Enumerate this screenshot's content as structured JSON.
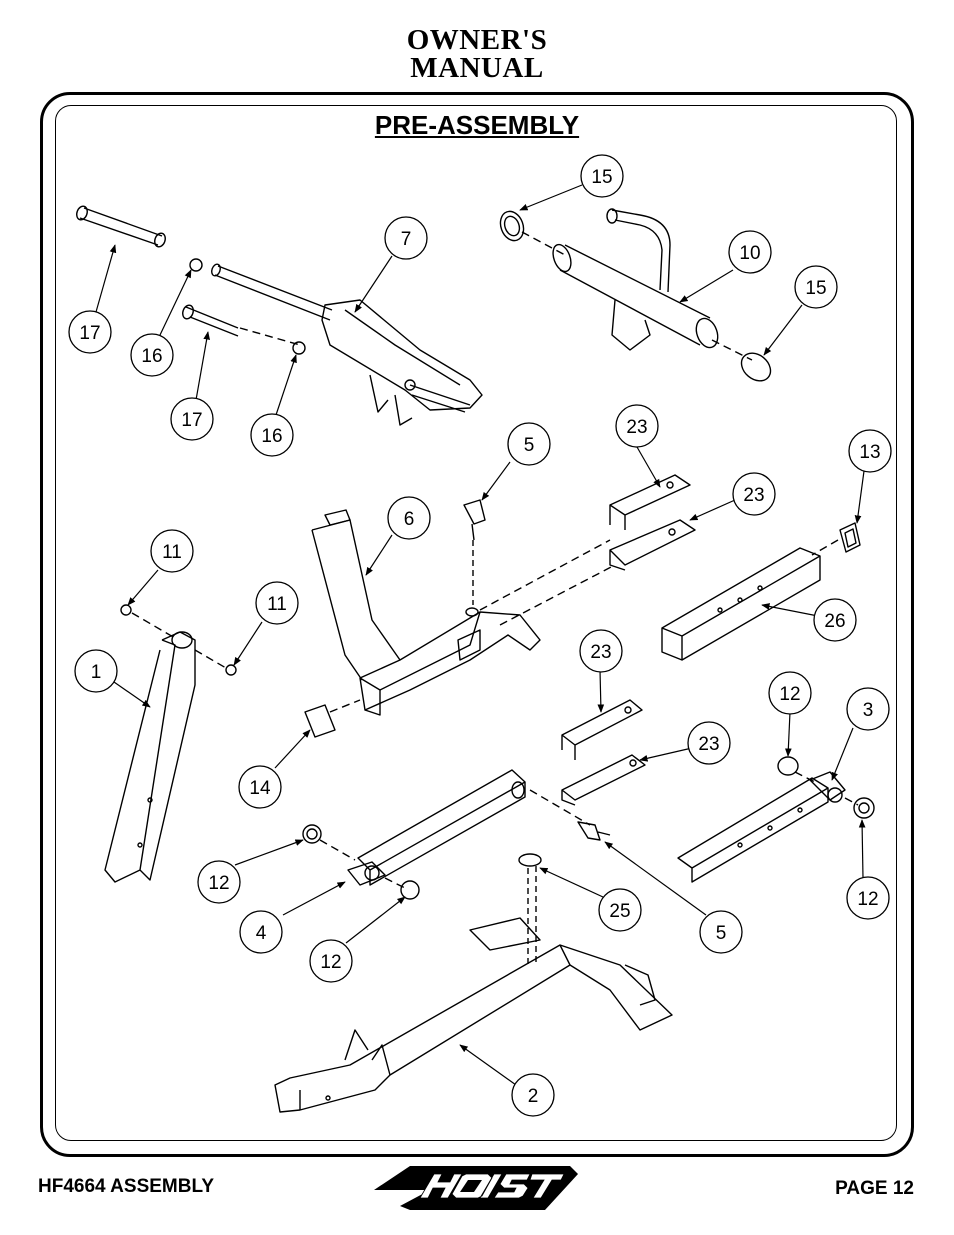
{
  "header": {
    "line1": "OWNER'S",
    "line2": "MANUAL"
  },
  "section_title": "PRE-ASSEMBLY",
  "callouts": [
    {
      "id": "c17a",
      "label": "17"
    },
    {
      "id": "c16a",
      "label": "16"
    },
    {
      "id": "c17b",
      "label": "17"
    },
    {
      "id": "c16b",
      "label": "16"
    },
    {
      "id": "c7",
      "label": "7"
    },
    {
      "id": "c15a",
      "label": "15"
    },
    {
      "id": "c10",
      "label": "10"
    },
    {
      "id": "c15b",
      "label": "15"
    },
    {
      "id": "c5a",
      "label": "5"
    },
    {
      "id": "c23a",
      "label": "23"
    },
    {
      "id": "c23b",
      "label": "23"
    },
    {
      "id": "c13",
      "label": "13"
    },
    {
      "id": "c6",
      "label": "6"
    },
    {
      "id": "c11a",
      "label": "11"
    },
    {
      "id": "c11b",
      "label": "11"
    },
    {
      "id": "c1",
      "label": "1"
    },
    {
      "id": "c26",
      "label": "26"
    },
    {
      "id": "c23c",
      "label": "23"
    },
    {
      "id": "c23d",
      "label": "23"
    },
    {
      "id": "c12a",
      "label": "12"
    },
    {
      "id": "c3",
      "label": "3"
    },
    {
      "id": "c14",
      "label": "14"
    },
    {
      "id": "c12b",
      "label": "12"
    },
    {
      "id": "c25",
      "label": "25"
    },
    {
      "id": "c12c",
      "label": "12"
    },
    {
      "id": "c4",
      "label": "4"
    },
    {
      "id": "c12d",
      "label": "12"
    },
    {
      "id": "c5b",
      "label": "5"
    },
    {
      "id": "c2",
      "label": "2"
    }
  ],
  "footer": {
    "left": "HF4664 ASSEMBLY",
    "right": "PAGE 12",
    "logo": "HOIST"
  }
}
